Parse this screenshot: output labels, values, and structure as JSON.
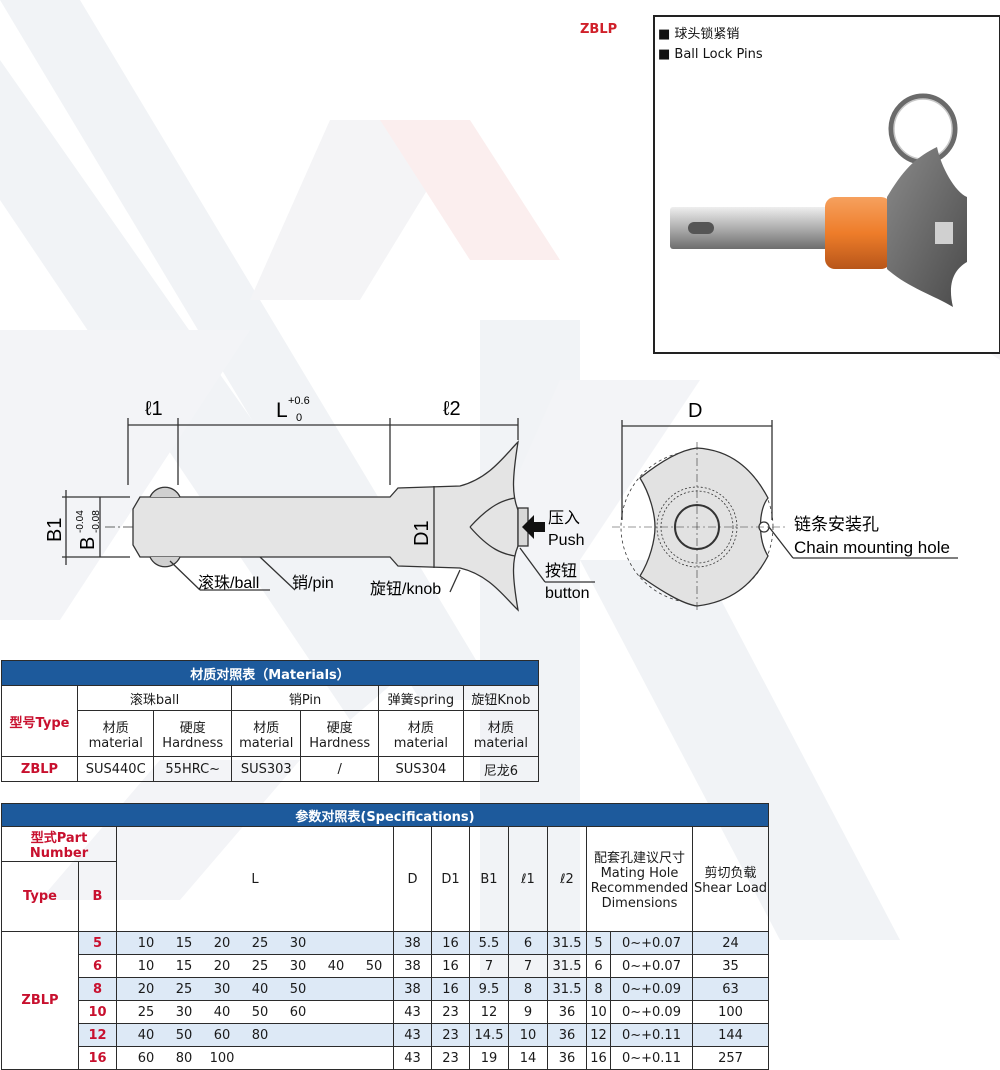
{
  "header": {
    "code": "ZBLP"
  },
  "photo": {
    "label_cn": "球头锁紧销",
    "label_en": "Ball Lock Pins"
  },
  "drawing": {
    "l1": "ℓ1",
    "L": "L",
    "tol_upper": "+0.6",
    "tol_lower": "0",
    "l2": "ℓ2",
    "B1": "B1",
    "B": "B",
    "B_tol_upper": "-0.04",
    "B_tol_lower": "-0.08",
    "D1": "D1",
    "push_cn": "压入",
    "push_en": "Push",
    "ball": "滚珠/ball",
    "pin": "销/pin",
    "knob": "旋钮/knob",
    "button_cn": "按钮",
    "button_en": "button",
    "D": "D",
    "chain_cn": "链条安装孔",
    "chain_en": "Chain mounting hole"
  },
  "materials": {
    "title": "材质对照表（Materials）",
    "type_label": "型号Type",
    "groups": [
      "滚珠ball",
      "销Pin",
      "弹簧spring",
      "旋钮Knob"
    ],
    "sub": [
      {
        "cn": "材质",
        "en": "material"
      },
      {
        "cn": "硬度",
        "en": "Hardness"
      },
      {
        "cn": "材质",
        "en": "material"
      },
      {
        "cn": "硬度",
        "en": "Hardness"
      },
      {
        "cn": "材质",
        "en": "material"
      },
      {
        "cn": "材质",
        "en": "material"
      }
    ],
    "row": {
      "type": "ZBLP",
      "values": [
        "SUS440C",
        "55HRC~",
        "SUS303",
        "/",
        "SUS304",
        "尼龙6"
      ]
    }
  },
  "specs": {
    "title": "参数对照表(Specifications)",
    "part_number": "型式Part Number",
    "type": "Type",
    "B": "B",
    "L": "L",
    "D": "D",
    "D1": "D1",
    "B1": "B1",
    "l1": "ℓ1",
    "l2": "ℓ2",
    "mating_cn": "配套孔建议尺寸",
    "mating_en1": "Mating Hole",
    "mating_en2": "Recommended",
    "mating_en3": "Dimensions",
    "shear_cn": "剪切负载",
    "shear_en": "Shear Load",
    "type_value": "ZBLP",
    "rows": [
      {
        "B": "5",
        "L": [
          "10",
          "15",
          "20",
          "25",
          "30",
          "",
          ""
        ],
        "D": "38",
        "D1": "16",
        "B1": "5.5",
        "l1": "6",
        "l2": "31.5",
        "hole": "5",
        "tol": "0~+0.07",
        "shear": "24"
      },
      {
        "B": "6",
        "L": [
          "10",
          "15",
          "20",
          "25",
          "30",
          "40",
          "50"
        ],
        "D": "38",
        "D1": "16",
        "B1": "7",
        "l1": "7",
        "l2": "31.5",
        "hole": "6",
        "tol": "0~+0.07",
        "shear": "35"
      },
      {
        "B": "8",
        "L": [
          "20",
          "25",
          "30",
          "40",
          "50",
          "",
          ""
        ],
        "D": "38",
        "D1": "16",
        "B1": "9.5",
        "l1": "8",
        "l2": "31.5",
        "hole": "8",
        "tol": "0~+0.09",
        "shear": "63"
      },
      {
        "B": "10",
        "L": [
          "25",
          "30",
          "40",
          "50",
          "60",
          "",
          ""
        ],
        "D": "43",
        "D1": "23",
        "B1": "12",
        "l1": "9",
        "l2": "36",
        "hole": "10",
        "tol": "0~+0.09",
        "shear": "100"
      },
      {
        "B": "12",
        "L": [
          "40",
          "50",
          "60",
          "80",
          "",
          "",
          ""
        ],
        "D": "43",
        "D1": "23",
        "B1": "14.5",
        "l1": "10",
        "l2": "36",
        "hole": "12",
        "tol": "0~+0.11",
        "shear": "144"
      },
      {
        "B": "16",
        "L": [
          "60",
          "80",
          "100",
          "",
          "",
          "",
          ""
        ],
        "D": "43",
        "D1": "23",
        "B1": "19",
        "l1": "14",
        "l2": "36",
        "hole": "16",
        "tol": "0~+0.11",
        "shear": "257"
      }
    ]
  },
  "colors": {
    "header_blue": "#1d5a9c",
    "accent_red": "#c8102e",
    "row_shade": "#dde9f6",
    "knob_orange": "#ee7d2a"
  }
}
